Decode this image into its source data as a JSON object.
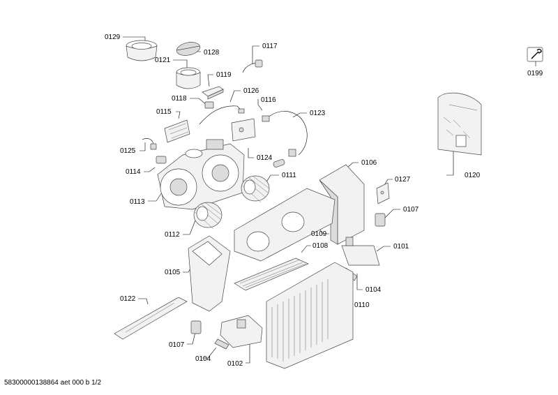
{
  "footer": {
    "text": "58300000138864 aet 000 b 1/2"
  },
  "labels": {
    "p0129": "0129",
    "p0128": "0128",
    "p0117": "0117",
    "p0121": "0121",
    "p0119": "0119",
    "p0126": "0126",
    "p0118": "0118",
    "p0116": "0116",
    "p0115": "0115",
    "p0123": "0123",
    "p0125": "0125",
    "p0124": "0124",
    "p0114": "0114",
    "p0111": "0111",
    "p0106": "0106",
    "p0113": "0113",
    "p0127": "0127",
    "p0120": "0120",
    "p0107a": "0107",
    "p0112": "0112",
    "p0109": "0109",
    "p0101": "0101",
    "p0108": "0108",
    "p0105": "0105",
    "p0104a": "0104",
    "p0122": "0122",
    "p0110": "0110",
    "p0107b": "0107",
    "p0104b": "0104",
    "p0102": "0102",
    "p0199": "0199"
  },
  "icons": {
    "tool": "wrench-icon"
  }
}
